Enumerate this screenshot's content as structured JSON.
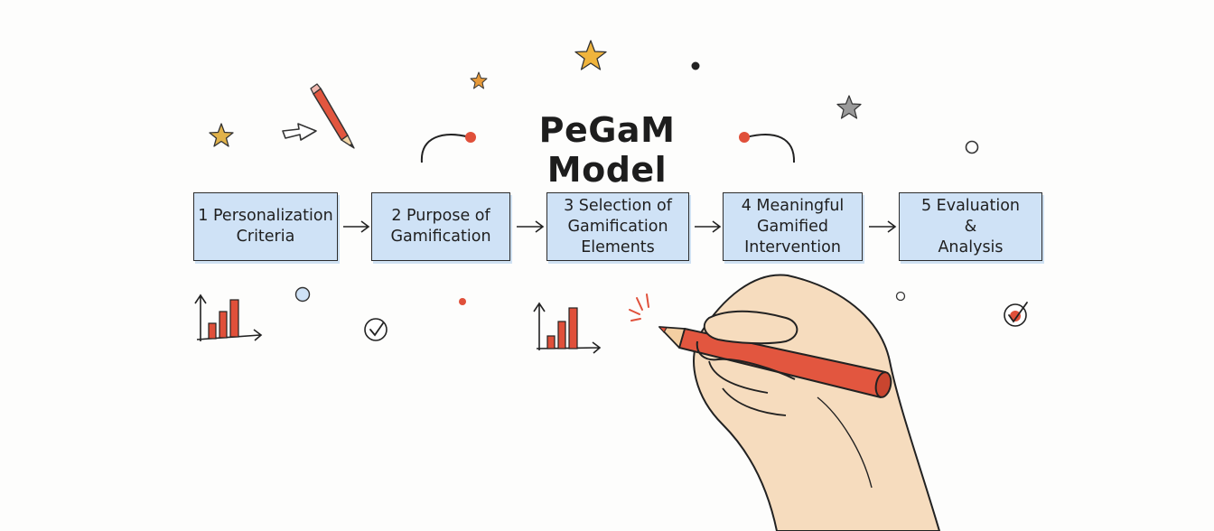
{
  "diagram": {
    "title": "PeGaM Model",
    "steps": [
      {
        "lines": [
          "1 Personalization",
          "Criteria"
        ]
      },
      {
        "lines": [
          "2 Purpose of",
          "Gamification"
        ]
      },
      {
        "lines": [
          "3 Selection of",
          "Gamification",
          "Elements"
        ]
      },
      {
        "lines": [
          "4 Meaningful",
          "Gamified",
          "Intervention"
        ]
      },
      {
        "lines": [
          "5 Evaluation",
          "&",
          "Analysis"
        ]
      }
    ]
  },
  "decorations": {
    "icons": [
      "star-icon",
      "pencil-icon",
      "arrow-outline-icon",
      "bar-chart-icon",
      "check-circle-icon",
      "hand-holding-marker"
    ],
    "colors": {
      "box_fill": "#cfe2f6",
      "accent_red": "#e0503a",
      "star_gold": "#f0b43c",
      "star_grey": "#9a9a9a",
      "skin": "#f6dcbe",
      "ink": "#222222"
    }
  }
}
